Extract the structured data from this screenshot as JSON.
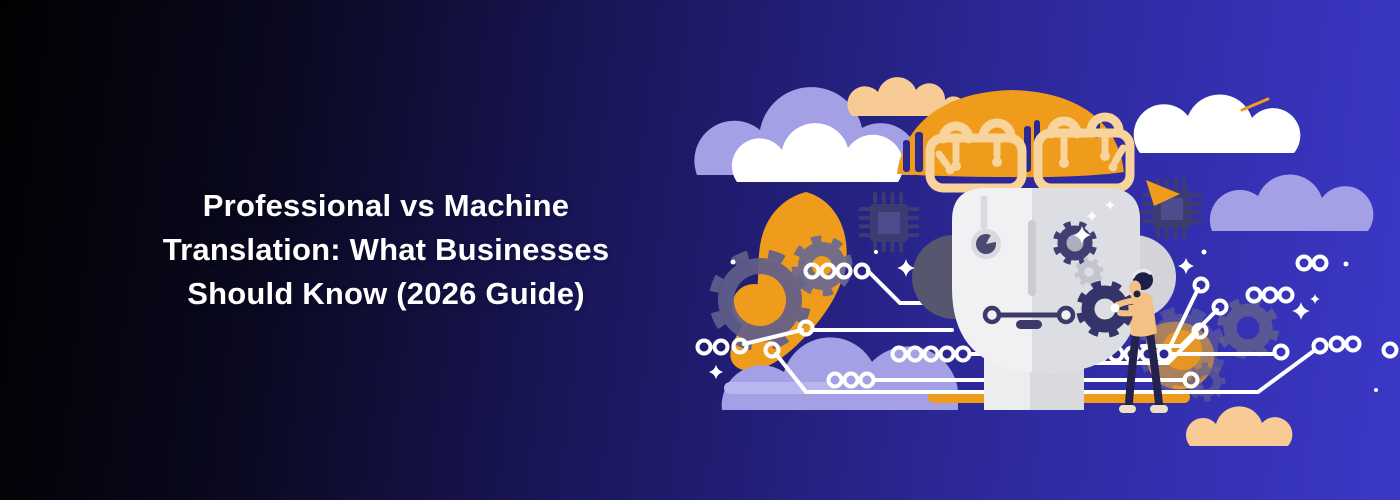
{
  "hero": {
    "title": "Professional vs Machine Translation: What Businesses Should Know (2026 Guide)",
    "title_lines": [
      "Professional vs Machine",
      "Translation: What Businesses",
      "Should Know (2026 Guide)"
    ]
  },
  "colors": {
    "background_gradient_start": "#010102",
    "background_gradient_end": "#3b38c8",
    "title_text": "#ffffff",
    "accent_orange": "#ef9c1c",
    "cloud_lavender": "#a3a0e6",
    "cloud_lavender_light": "#b9b6ef",
    "cloud_white": "#ffffff",
    "cloud_peach": "#f8cb94",
    "brain_cream": "#f8d49c",
    "robot_face_light": "#f1f1f4",
    "robot_face_shade": "#dddee3",
    "headphone_dark": "#57566f",
    "headphone_light": "#d3d3da",
    "gear_slate": "#605f8a",
    "chip_navy": "#3c3b72",
    "detail_navy": "#3b3a6b",
    "person_shirt": "#f3c185",
    "person_pants": "#23224e",
    "circuit_white": "#ffffff"
  },
  "illustration": {
    "elements": [
      "robot-head",
      "circuit-brain",
      "headphones",
      "gear-eye",
      "microchip",
      "gears",
      "circuit-traces",
      "clouds",
      "engineer-person",
      "sparkles"
    ]
  }
}
